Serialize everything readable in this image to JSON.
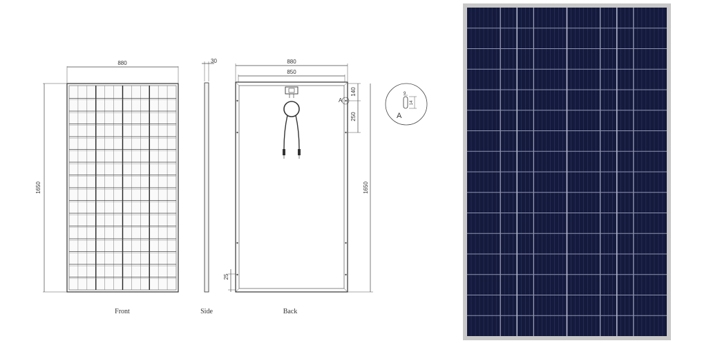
{
  "views": {
    "front": {
      "caption": "Front",
      "width_label": "880",
      "height_label": "1650"
    },
    "side": {
      "caption": "Side",
      "thickness_label": "30"
    },
    "back": {
      "caption": "Back",
      "outer_width_label": "880",
      "inner_width_label": "850",
      "hole_offset_label": "140",
      "hole_spacing_label": "250",
      "height_label": "1650",
      "bottom_offset_label": "25",
      "detail_marker": "A"
    },
    "detail": {
      "label": "A",
      "slot_width_label": "9",
      "slot_length_label": "14"
    }
  },
  "panel_photo": {
    "frame_color": "#c8c8c8",
    "cell_color": "#141a3c",
    "grid_color": "#8e93b0",
    "columns": 6,
    "rows": 16
  }
}
